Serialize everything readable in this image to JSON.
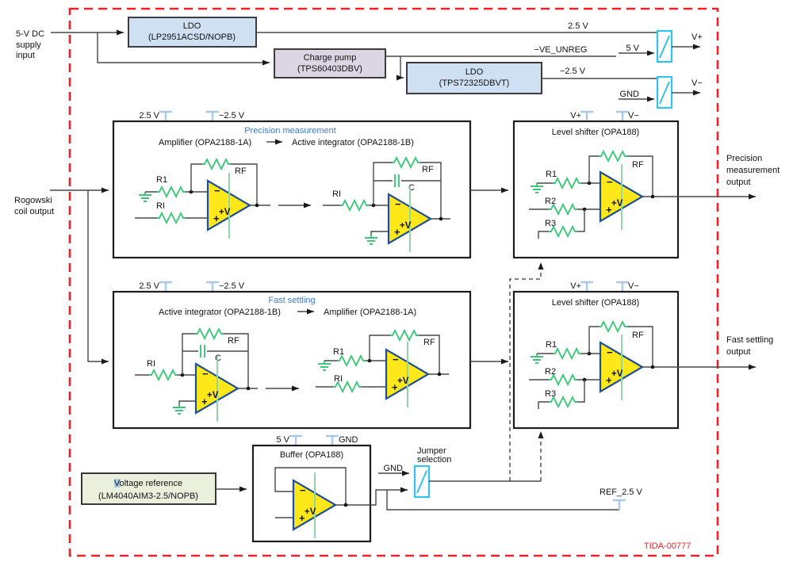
{
  "diagram": {
    "input_label": {
      "l1": "5-V DC",
      "l2": "supply",
      "l3": "input"
    },
    "rogowski": {
      "l1": "Rogowski",
      "l2": "coil output"
    },
    "tida": "TIDA-00777"
  },
  "power": {
    "ldo1": {
      "name": "LDO",
      "part": "(LP2951ACSD/NOPB)"
    },
    "charge_pump": {
      "name": "Charge pump",
      "part": "(TPS60403DBV)"
    },
    "ldo2": {
      "name": "LDO",
      "part": "(TPS72325DBVT)"
    },
    "v25": "2.5 V",
    "vneg": "−VE_UNREG",
    "vneg25": "−2.5 V",
    "v5": "5 V",
    "gnd": "GND",
    "vp": "V+",
    "vm": "V−"
  },
  "precision": {
    "heading": "Precision measurement",
    "stage1": "Amplifier (OPA2188-1A)",
    "stage2": "Active integrator (OPA2188-1B)",
    "rail_pos": "2.5 V",
    "rail_neg": "−2.5 V",
    "out1": "Precision",
    "out2": "measurement",
    "out3": "output"
  },
  "fast": {
    "heading": "Fast settling",
    "stage1": "Active integrator (OPA2188-1B)",
    "stage2": "Amplifier (OPA2188-1A)",
    "rail_pos": "2.5 V",
    "rail_neg": "−2.5 V",
    "out1": "Fast settling",
    "out2": "output"
  },
  "shifter": {
    "title": "Level shifter (OPA188)",
    "rail_pos": "V+",
    "rail_neg": "V−"
  },
  "labels": {
    "r1": "R1",
    "r2": "R2",
    "r3": "R3",
    "ri": "RI",
    "rf": "RF",
    "c": "C"
  },
  "opamp": {
    "minus": "−",
    "plus": "+",
    "vcc": "+V"
  },
  "reference": {
    "vref_name": "Voltage reference",
    "vref_part": "(LM4040AIM3-2.5/NOPB)",
    "buffer": "Buffer (OPA188)",
    "rail_pos": "5 V",
    "rail_gnd": "GND",
    "jumper1": "Jumper",
    "jumper2": "selection",
    "gnd": "GND",
    "ref_out": "REF_2.5 V"
  },
  "colors": {
    "accent_red": "#ec2227",
    "jumper_cyan": "#33c1f0",
    "component_green": "#3bc878",
    "opamp_yellow": "#ffe81a",
    "opamp_border": "#1b4fa0",
    "rail_blue": "#a9c9ea",
    "heading_blue": "#3e7bcc"
  }
}
